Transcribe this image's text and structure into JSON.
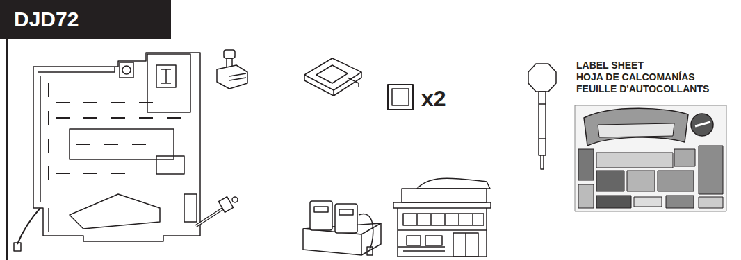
{
  "diagram": {
    "title": "DJD72",
    "labels": [
      "x2",
      "LABEL SHEET",
      "HOJA DE CALCOMANÍAS",
      "FEUILLE D'AUTOCOLLANTS"
    ]
  }
}
